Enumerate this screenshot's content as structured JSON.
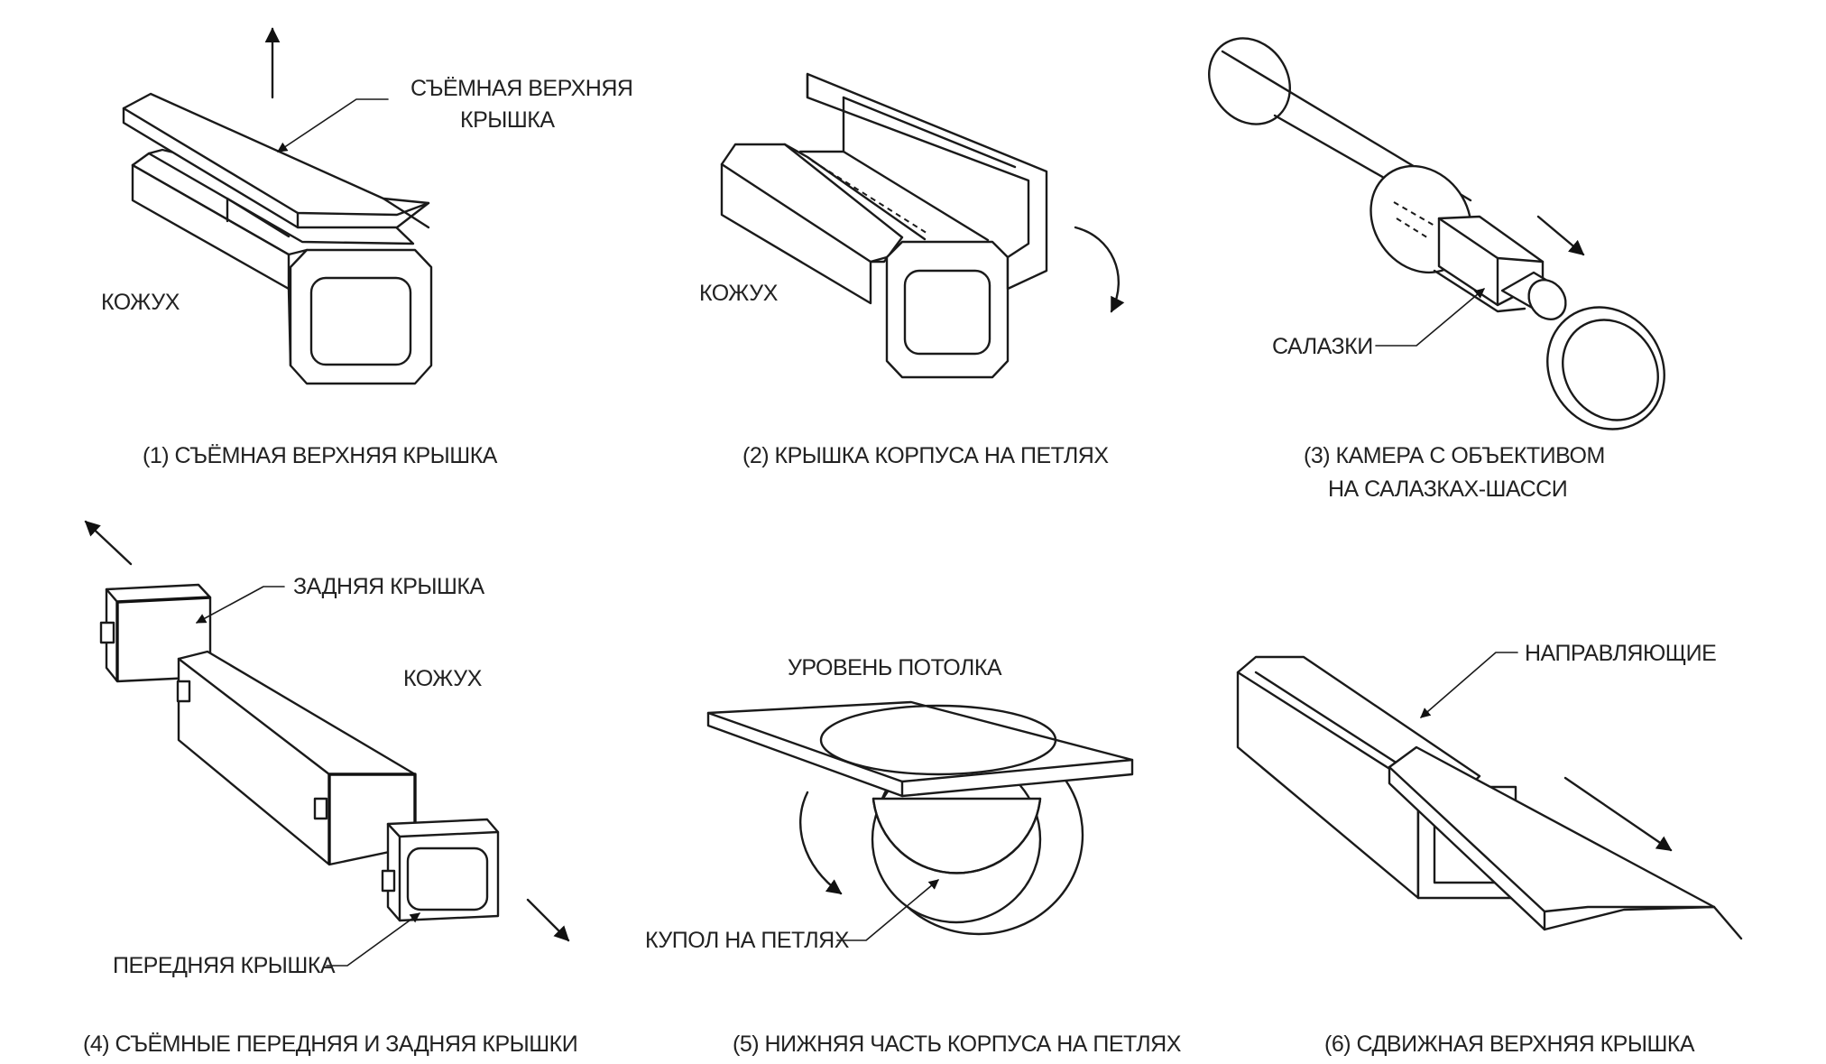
{
  "panels": [
    {
      "caption": "(1) СЪЁМНАЯ ВЕРХНЯЯ КРЫШКА",
      "labels": {
        "cover_line1": "СЪЁМНАЯ ВЕРХНЯЯ",
        "cover_line2": "КРЫШКА",
        "housing": "КОЖУХ"
      }
    },
    {
      "caption": "(2) КРЫШКА КОРПУСА НА ПЕТЛЯХ",
      "labels": {
        "housing": "КОЖУХ"
      }
    },
    {
      "caption_line1": "(3) КАМЕРА С ОБЪЕКТИВОМ",
      "caption_line2": "НА САЛАЗКАХ-ШАССИ",
      "labels": {
        "rails": "САЛАЗКИ"
      }
    },
    {
      "caption": "(4) СЪЁМНЫЕ ПЕРЕДНЯЯ И ЗАДНЯЯ КРЫШКИ",
      "labels": {
        "rear_cover": "ЗАДНЯЯ КРЫШКА",
        "housing": "КОЖУХ",
        "front_cover": "ПЕРЕДНЯЯ КРЫШКА"
      }
    },
    {
      "caption": "(5) НИЖНЯЯ ЧАСТЬ КОРПУСА НА ПЕТЛЯХ",
      "labels": {
        "ceiling": "УРОВЕНЬ ПОТОЛКА",
        "dome": "КУПОЛ НА ПЕТЛЯХ"
      }
    },
    {
      "caption": "(6) СДВИЖНАЯ ВЕРХНЯЯ КРЫШКА",
      "labels": {
        "guides": "НАПРАВЛЯЮЩИЕ"
      }
    }
  ]
}
